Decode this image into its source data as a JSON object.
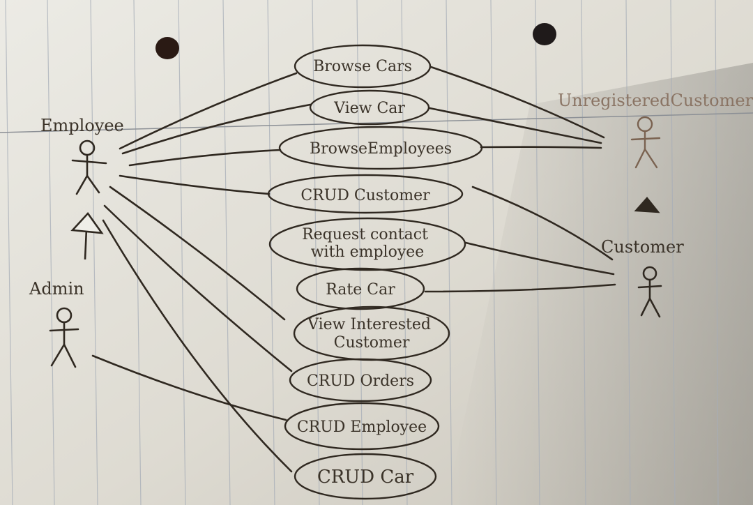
{
  "diagram": {
    "actors": [
      {
        "id": "employee",
        "label": "Employee"
      },
      {
        "id": "admin",
        "label": "Admin"
      },
      {
        "id": "unregistered",
        "label": "UnregisteredCustomer"
      },
      {
        "id": "customer",
        "label": "Customer"
      }
    ],
    "use_cases": [
      {
        "id": "browse-cars",
        "label": "Browse Cars"
      },
      {
        "id": "view-car",
        "label": "View Car"
      },
      {
        "id": "browse-employees",
        "label": "BrowseEmployees"
      },
      {
        "id": "crud-customer",
        "label": "CRUD Customer"
      },
      {
        "id": "request-contact",
        "label": "Request contact with employee"
      },
      {
        "id": "rate-car",
        "label": "Rate Car"
      },
      {
        "id": "view-interested",
        "label": "View Interested Customer"
      },
      {
        "id": "crud-orders",
        "label": "CRUD Orders"
      },
      {
        "id": "crud-employee",
        "label": "CRUD Employee"
      },
      {
        "id": "crud-car",
        "label": "CRUD Car"
      }
    ],
    "associations": [
      [
        "employee",
        "browse-cars"
      ],
      [
        "employee",
        "view-car"
      ],
      [
        "employee",
        "browse-employees"
      ],
      [
        "employee",
        "crud-customer"
      ],
      [
        "employee",
        "view-interested"
      ],
      [
        "employee",
        "crud-orders"
      ],
      [
        "employee",
        "crud-car"
      ],
      [
        "admin",
        "crud-employee"
      ],
      [
        "unregistered",
        "browse-cars"
      ],
      [
        "unregistered",
        "view-car"
      ],
      [
        "unregistered",
        "browse-employees"
      ],
      [
        "customer",
        "crud-customer"
      ],
      [
        "customer",
        "request-contact"
      ],
      [
        "customer",
        "rate-car"
      ]
    ],
    "generalizations": [
      [
        "admin",
        "employee"
      ],
      [
        "customer",
        "unregistered"
      ]
    ]
  }
}
